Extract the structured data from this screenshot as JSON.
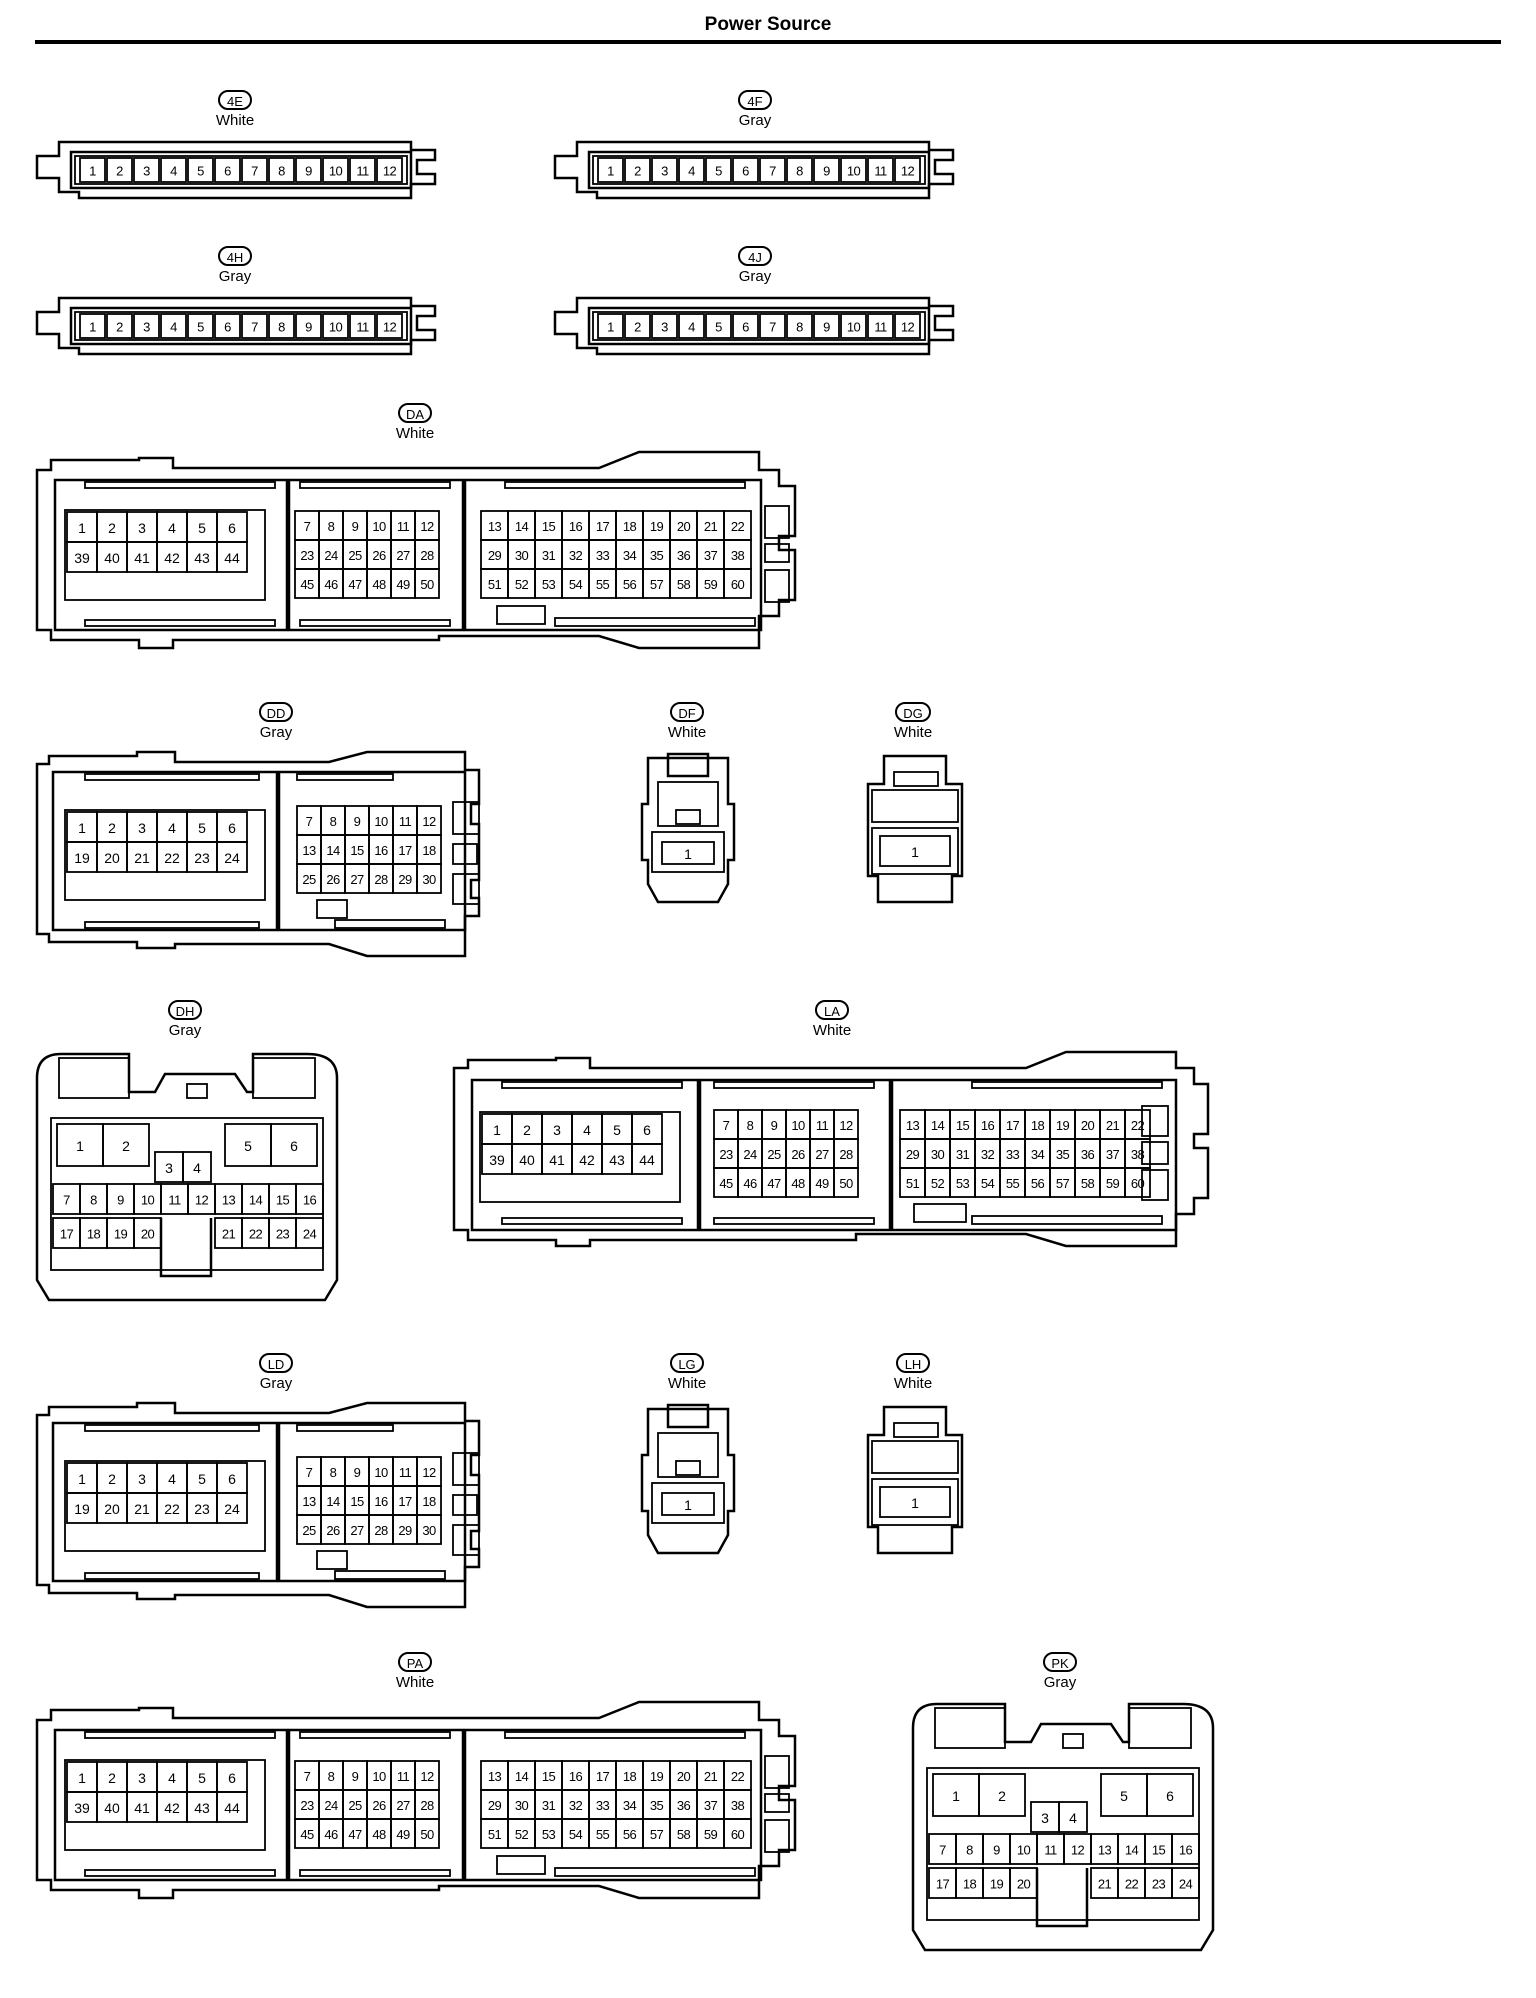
{
  "page": {
    "title": "Power Source"
  },
  "connectors": {
    "c4E": {
      "code": "4E",
      "color": "White",
      "pins": [
        "1",
        "2",
        "3",
        "4",
        "5",
        "6",
        "7",
        "8",
        "9",
        "10",
        "11",
        "12"
      ]
    },
    "c4F": {
      "code": "4F",
      "color": "Gray",
      "pins": [
        "1",
        "2",
        "3",
        "4",
        "5",
        "6",
        "7",
        "8",
        "9",
        "10",
        "11",
        "12"
      ]
    },
    "c4H": {
      "code": "4H",
      "color": "Gray",
      "pins": [
        "1",
        "2",
        "3",
        "4",
        "5",
        "6",
        "7",
        "8",
        "9",
        "10",
        "11",
        "12"
      ]
    },
    "c4J": {
      "code": "4J",
      "color": "Gray",
      "pins": [
        "1",
        "2",
        "3",
        "4",
        "5",
        "6",
        "7",
        "8",
        "9",
        "10",
        "11",
        "12"
      ]
    },
    "cDA": {
      "code": "DA",
      "color": "White",
      "blockA": [
        [
          "1",
          "2",
          "3",
          "4",
          "5",
          "6"
        ],
        [
          "39",
          "40",
          "41",
          "42",
          "43",
          "44"
        ]
      ],
      "blockB": [
        [
          "7",
          "8",
          "9",
          "10",
          "11",
          "12"
        ],
        [
          "23",
          "24",
          "25",
          "26",
          "27",
          "28"
        ],
        [
          "45",
          "46",
          "47",
          "48",
          "49",
          "50"
        ]
      ],
      "blockC": [
        [
          "13",
          "14",
          "15",
          "16",
          "17",
          "18",
          "19",
          "20",
          "21",
          "22"
        ],
        [
          "29",
          "30",
          "31",
          "32",
          "33",
          "34",
          "35",
          "36",
          "37",
          "38"
        ],
        [
          "51",
          "52",
          "53",
          "54",
          "55",
          "56",
          "57",
          "58",
          "59",
          "60"
        ]
      ]
    },
    "cDD": {
      "code": "DD",
      "color": "Gray",
      "blockA": [
        [
          "1",
          "2",
          "3",
          "4",
          "5",
          "6"
        ],
        [
          "19",
          "20",
          "21",
          "22",
          "23",
          "24"
        ]
      ],
      "blockB": [
        [
          "7",
          "8",
          "9",
          "10",
          "11",
          "12"
        ],
        [
          "13",
          "14",
          "15",
          "16",
          "17",
          "18"
        ],
        [
          "25",
          "26",
          "27",
          "28",
          "29",
          "30"
        ]
      ]
    },
    "cDF": {
      "code": "DF",
      "color": "White",
      "pins": [
        "1"
      ]
    },
    "cDG": {
      "code": "DG",
      "color": "White",
      "pins": [
        "1"
      ]
    },
    "cDH": {
      "code": "DH",
      "color": "Gray",
      "big": [
        [
          "1",
          "2"
        ],
        [
          "5",
          "6"
        ]
      ],
      "mid": [
        "3",
        "4"
      ],
      "row1": [
        "7",
        "8",
        "9",
        "10",
        "11",
        "12",
        "13",
        "14",
        "15",
        "16"
      ],
      "row2a": [
        "17",
        "18",
        "19",
        "20"
      ],
      "row2b": [
        "21",
        "22",
        "23",
        "24"
      ]
    },
    "cLA": {
      "code": "LA",
      "color": "White",
      "blockA": [
        [
          "1",
          "2",
          "3",
          "4",
          "5",
          "6"
        ],
        [
          "39",
          "40",
          "41",
          "42",
          "43",
          "44"
        ]
      ],
      "blockB": [
        [
          "7",
          "8",
          "9",
          "10",
          "11",
          "12"
        ],
        [
          "23",
          "24",
          "25",
          "26",
          "27",
          "28"
        ],
        [
          "45",
          "46",
          "47",
          "48",
          "49",
          "50"
        ]
      ],
      "blockC": [
        [
          "13",
          "14",
          "15",
          "16",
          "17",
          "18",
          "19",
          "20",
          "21",
          "22"
        ],
        [
          "29",
          "30",
          "31",
          "32",
          "33",
          "34",
          "35",
          "36",
          "37",
          "38"
        ],
        [
          "51",
          "52",
          "53",
          "54",
          "55",
          "56",
          "57",
          "58",
          "59",
          "60"
        ]
      ]
    },
    "cLD": {
      "code": "LD",
      "color": "Gray",
      "blockA": [
        [
          "1",
          "2",
          "3",
          "4",
          "5",
          "6"
        ],
        [
          "19",
          "20",
          "21",
          "22",
          "23",
          "24"
        ]
      ],
      "blockB": [
        [
          "7",
          "8",
          "9",
          "10",
          "11",
          "12"
        ],
        [
          "13",
          "14",
          "15",
          "16",
          "17",
          "18"
        ],
        [
          "25",
          "26",
          "27",
          "28",
          "29",
          "30"
        ]
      ]
    },
    "cLG": {
      "code": "LG",
      "color": "White",
      "pins": [
        "1"
      ]
    },
    "cLH": {
      "code": "LH",
      "color": "White",
      "pins": [
        "1"
      ]
    },
    "cPA": {
      "code": "PA",
      "color": "White",
      "blockA": [
        [
          "1",
          "2",
          "3",
          "4",
          "5",
          "6"
        ],
        [
          "39",
          "40",
          "41",
          "42",
          "43",
          "44"
        ]
      ],
      "blockB": [
        [
          "7",
          "8",
          "9",
          "10",
          "11",
          "12"
        ],
        [
          "23",
          "24",
          "25",
          "26",
          "27",
          "28"
        ],
        [
          "45",
          "46",
          "47",
          "48",
          "49",
          "50"
        ]
      ],
      "blockC": [
        [
          "13",
          "14",
          "15",
          "16",
          "17",
          "18",
          "19",
          "20",
          "21",
          "22"
        ],
        [
          "29",
          "30",
          "31",
          "32",
          "33",
          "34",
          "35",
          "36",
          "37",
          "38"
        ],
        [
          "51",
          "52",
          "53",
          "54",
          "55",
          "56",
          "57",
          "58",
          "59",
          "60"
        ]
      ]
    },
    "cPK": {
      "code": "PK",
      "color": "Gray",
      "big": [
        [
          "1",
          "2"
        ],
        [
          "5",
          "6"
        ]
      ],
      "mid": [
        "3",
        "4"
      ],
      "row1": [
        "7",
        "8",
        "9",
        "10",
        "11",
        "12",
        "13",
        "14",
        "15",
        "16"
      ],
      "row2a": [
        "17",
        "18",
        "19",
        "20"
      ],
      "row2b": [
        "21",
        "22",
        "23",
        "24"
      ]
    }
  }
}
